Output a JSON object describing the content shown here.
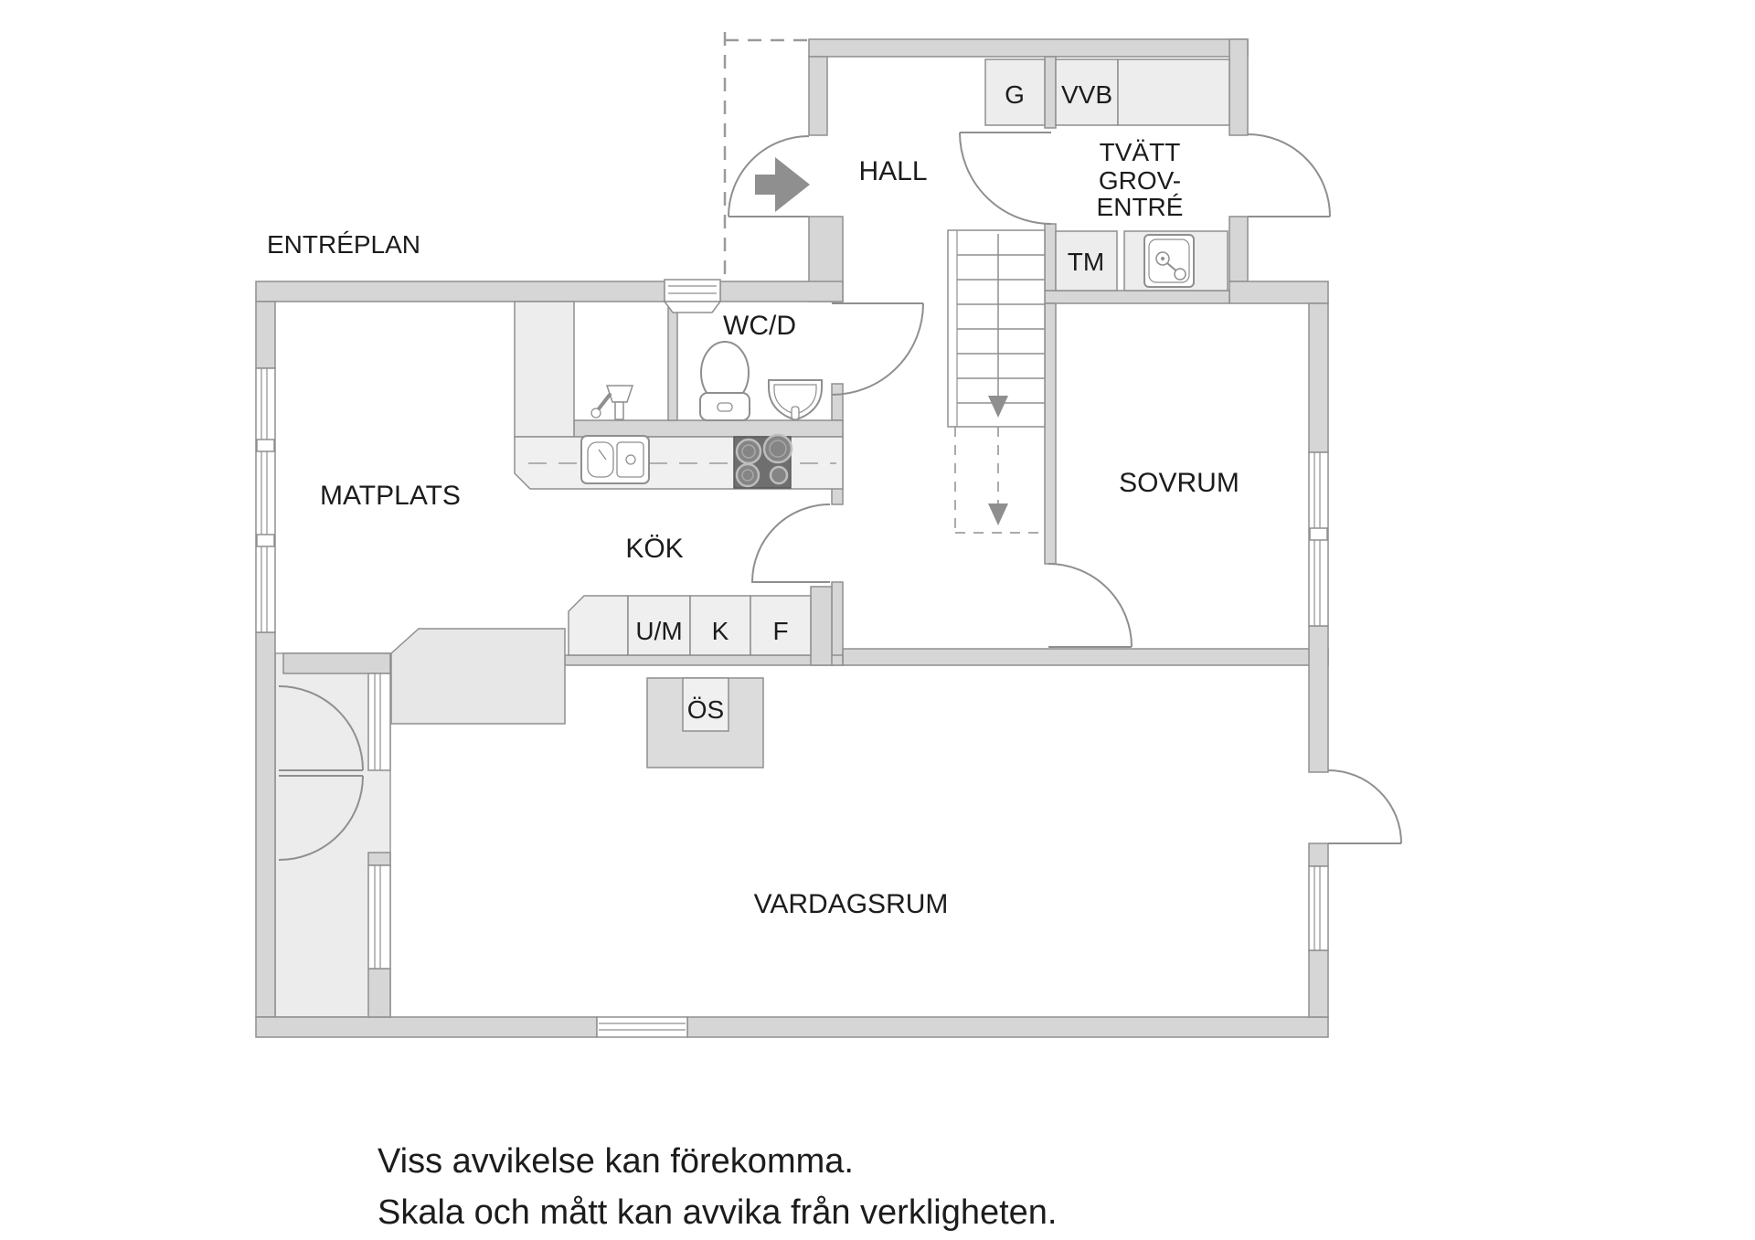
{
  "plan": {
    "title": "ENTRÉPLAN",
    "rooms": {
      "hall": "HALL",
      "tvatt_line1": "TVÄTT",
      "tvatt_line2": "GROV-",
      "tvatt_line3": "ENTRÉ",
      "wc": "WC/D",
      "matplats": "MATPLATS",
      "kok": "KÖK",
      "sovrum": "SOVRUM",
      "vardagsrum": "VARDAGSRUM"
    },
    "fixtures": {
      "g_closet": "G",
      "vvb": "VVB",
      "tm": "TM",
      "um": "U/M",
      "k": "K",
      "f": "F",
      "os": "ÖS"
    },
    "stairs": {
      "visible_steps": 8,
      "direction": "down"
    },
    "disclaimer": {
      "line1": "Viss avvikelse kan förekomma.",
      "line2": "Skala och mått kan avvika från verkligheten."
    },
    "colors": {
      "wall_fill": "#d6d6d6",
      "line": "#8f8f8f",
      "closet_fill": "#ededed",
      "counter_fill": "#f0f0f0",
      "bench_fill": "#e7e7e7",
      "stove_fill": "#6f6f6f",
      "terrace_zone_fill": "#ececec",
      "fireplace_fill": "#dcdcdc",
      "arrow": "#8f8f8f",
      "text": "#1c1c1c"
    }
  }
}
